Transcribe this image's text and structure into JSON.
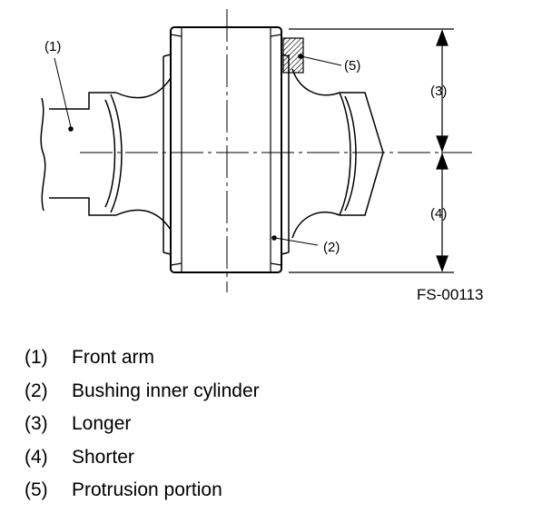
{
  "figure_id": "FS-00113",
  "callouts": [
    "(1)",
    "(2)",
    "(3)",
    "(4)",
    "(5)"
  ],
  "legend": [
    {
      "num": "(1)",
      "text": "Front arm"
    },
    {
      "num": "(2)",
      "text": "Bushing inner cylinder"
    },
    {
      "num": "(3)",
      "text": "Longer"
    },
    {
      "num": "(4)",
      "text": "Shorter"
    },
    {
      "num": "(5)",
      "text": "Protrusion portion"
    }
  ]
}
